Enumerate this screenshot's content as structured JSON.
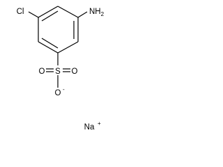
{
  "molecule": {
    "atoms": {
      "chlorine": "Cl",
      "amino": "NH",
      "amino_h_count": "2",
      "sulfur": "S",
      "oxygen_left": "O",
      "oxygen_right": "O",
      "oxygen_bottom": "O",
      "oxygen_bottom_charge": "-",
      "sodium": "Na",
      "sodium_charge": "+"
    }
  }
}
